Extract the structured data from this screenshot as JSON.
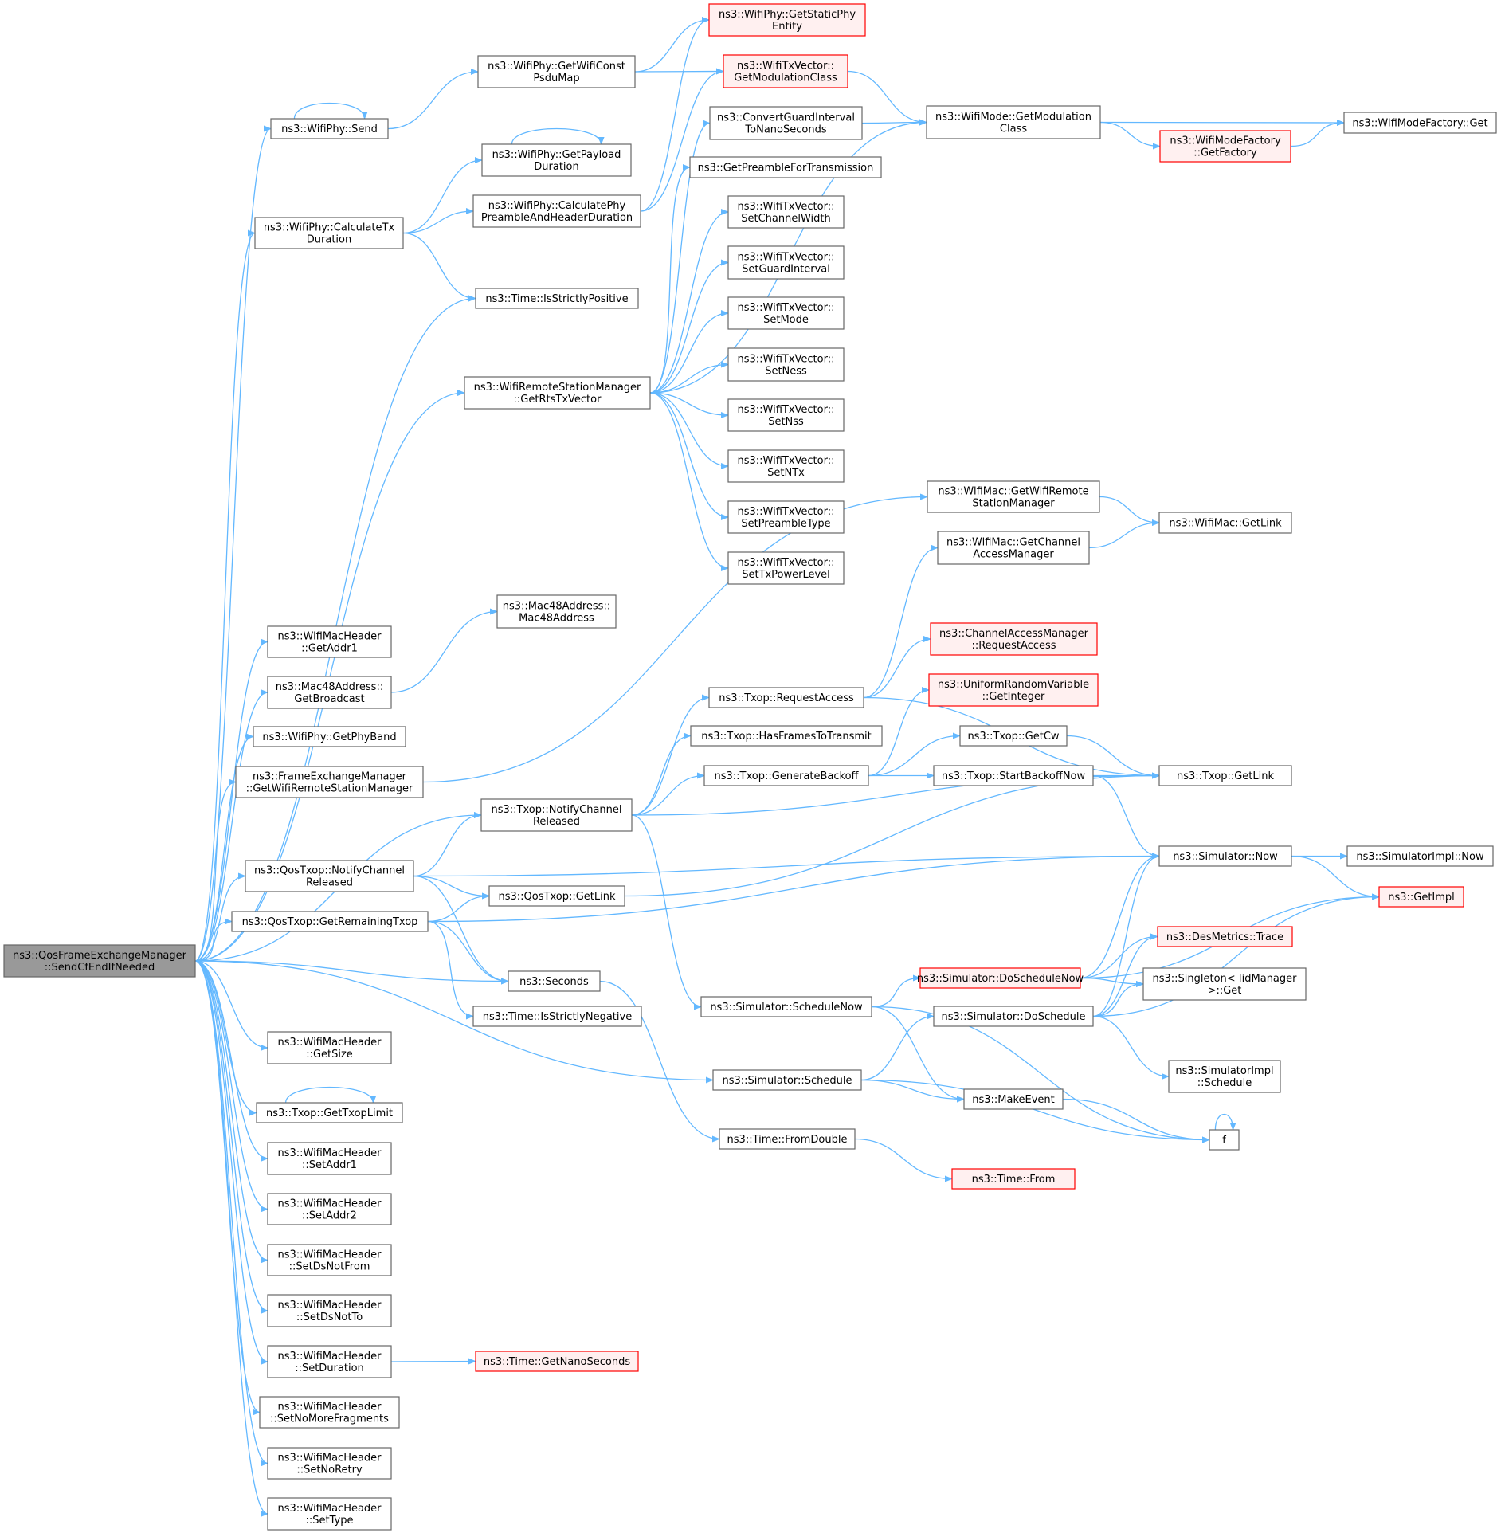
{
  "colors": {
    "edge": "#63b8ff",
    "box_border": "#666666",
    "box_fill": "#ffffff",
    "root_fill": "#999999",
    "truncated_border": "#ff0000",
    "truncated_fill": "#fff0f0"
  },
  "nodes": [
    {
      "id": "root",
      "lines": [
        "ns3::QosFrameExchangeManager",
        "::SendCfEndIfNeeded"
      ],
      "style": "root"
    },
    {
      "id": "n_send",
      "lines": [
        "ns3::WifiPhy::Send"
      ],
      "style": "normal"
    },
    {
      "id": "n_calctx",
      "lines": [
        "ns3::WifiPhy::CalculateTx",
        "Duration"
      ],
      "style": "normal"
    },
    {
      "id": "n_isstrictpos",
      "lines": [
        "ns3::Time::IsStrictlyPositive"
      ],
      "style": "normal"
    },
    {
      "id": "n_getrts",
      "lines": [
        "ns3::WifiRemoteStationManager",
        "::GetRtsTxVector"
      ],
      "style": "normal"
    },
    {
      "id": "n_getaddr1",
      "lines": [
        "ns3::WifiMacHeader",
        "::GetAddr1"
      ],
      "style": "normal"
    },
    {
      "id": "n_getbroadcast",
      "lines": [
        "ns3::Mac48Address::",
        "GetBroadcast"
      ],
      "style": "normal"
    },
    {
      "id": "n_getphyband",
      "lines": [
        "ns3::WifiPhy::GetPhyBand"
      ],
      "style": "normal"
    },
    {
      "id": "n_fem_getwrsm",
      "lines": [
        "ns3::FrameExchangeManager",
        "::GetWifiRemoteStationManager"
      ],
      "style": "normal"
    },
    {
      "id": "n_txop_ncr",
      "lines": [
        "ns3::Txop::NotifyChannel",
        "Released"
      ],
      "style": "normal"
    },
    {
      "id": "n_qos_ncr",
      "lines": [
        "ns3::QosTxop::NotifyChannel",
        "Released"
      ],
      "style": "normal"
    },
    {
      "id": "n_qos_getrem",
      "lines": [
        "ns3::QosTxop::GetRemainingTxop"
      ],
      "style": "normal"
    },
    {
      "id": "n_seconds",
      "lines": [
        "ns3::Seconds"
      ],
      "style": "normal"
    },
    {
      "id": "n_getsize",
      "lines": [
        "ns3::WifiMacHeader",
        "::GetSize"
      ],
      "style": "normal"
    },
    {
      "id": "n_gettxoplimit",
      "lines": [
        "ns3::Txop::GetTxopLimit"
      ],
      "style": "normal"
    },
    {
      "id": "n_setaddr1",
      "lines": [
        "ns3::WifiMacHeader",
        "::SetAddr1"
      ],
      "style": "normal"
    },
    {
      "id": "n_setaddr2",
      "lines": [
        "ns3::WifiMacHeader",
        "::SetAddr2"
      ],
      "style": "normal"
    },
    {
      "id": "n_setdsnotfrom",
      "lines": [
        "ns3::WifiMacHeader",
        "::SetDsNotFrom"
      ],
      "style": "normal"
    },
    {
      "id": "n_setdsnotto",
      "lines": [
        "ns3::WifiMacHeader",
        "::SetDsNotTo"
      ],
      "style": "normal"
    },
    {
      "id": "n_setduration",
      "lines": [
        "ns3::WifiMacHeader",
        "::SetDuration"
      ],
      "style": "normal"
    },
    {
      "id": "n_setnomorefrag",
      "lines": [
        "ns3::WifiMacHeader",
        "::SetNoMoreFragments"
      ],
      "style": "normal"
    },
    {
      "id": "n_setnoretry",
      "lines": [
        "ns3::WifiMacHeader",
        "::SetNoRetry"
      ],
      "style": "normal"
    },
    {
      "id": "n_settype",
      "lines": [
        "ns3::WifiMacHeader",
        "::SetType"
      ],
      "style": "normal"
    },
    {
      "id": "n_simschedule",
      "lines": [
        "ns3::Simulator::Schedule"
      ],
      "style": "normal"
    },
    {
      "id": "n_getwificonst",
      "lines": [
        "ns3::WifiPhy::GetWifiConst",
        "PsduMap"
      ],
      "style": "normal"
    },
    {
      "id": "n_getstaticphy",
      "lines": [
        "ns3::WifiPhy::GetStaticPhy",
        "Entity"
      ],
      "style": "truncated"
    },
    {
      "id": "n_getmodclass_tx",
      "lines": [
        "ns3::WifiTxVector::",
        "GetModulationClass"
      ],
      "style": "truncated"
    },
    {
      "id": "n_getpayload",
      "lines": [
        "ns3::WifiPhy::GetPayload",
        "Duration"
      ],
      "style": "normal"
    },
    {
      "id": "n_calcphypre",
      "lines": [
        "ns3::WifiPhy::CalculatePhy",
        "PreambleAndHeaderDuration"
      ],
      "style": "normal"
    },
    {
      "id": "n_convgi",
      "lines": [
        "ns3::ConvertGuardInterval",
        "ToNanoSeconds"
      ],
      "style": "normal"
    },
    {
      "id": "n_getpreamble",
      "lines": [
        "ns3::GetPreambleForTransmission"
      ],
      "style": "normal"
    },
    {
      "id": "n_setchwidth",
      "lines": [
        "ns3::WifiTxVector::",
        "SetChannelWidth"
      ],
      "style": "normal"
    },
    {
      "id": "n_setgi",
      "lines": [
        "ns3::WifiTxVector::",
        "SetGuardInterval"
      ],
      "style": "normal"
    },
    {
      "id": "n_setmode",
      "lines": [
        "ns3::WifiTxVector::",
        "SetMode"
      ],
      "style": "normal"
    },
    {
      "id": "n_setness",
      "lines": [
        "ns3::WifiTxVector::",
        "SetNess"
      ],
      "style": "normal"
    },
    {
      "id": "n_setnss",
      "lines": [
        "ns3::WifiTxVector::",
        "SetNss"
      ],
      "style": "normal"
    },
    {
      "id": "n_setntx",
      "lines": [
        "ns3::WifiTxVector::",
        "SetNTx"
      ],
      "style": "normal"
    },
    {
      "id": "n_setpreambletype",
      "lines": [
        "ns3::WifiTxVector::",
        "SetPreambleType"
      ],
      "style": "normal"
    },
    {
      "id": "n_settxpower",
      "lines": [
        "ns3::WifiTxVector::",
        "SetTxPowerLevel"
      ],
      "style": "normal"
    },
    {
      "id": "n_mac48ctor",
      "lines": [
        "ns3::Mac48Address::",
        "Mac48Address"
      ],
      "style": "normal"
    },
    {
      "id": "n_wm_getmodclass",
      "lines": [
        "ns3::WifiMode::GetModulation",
        "Class"
      ],
      "style": "normal"
    },
    {
      "id": "n_wmf_get",
      "lines": [
        "ns3::WifiModeFactory::Get"
      ],
      "style": "normal"
    },
    {
      "id": "n_wmf_getfactory",
      "lines": [
        "ns3::WifiModeFactory",
        "::GetFactory"
      ],
      "style": "truncated"
    },
    {
      "id": "n_mac_getwrsm",
      "lines": [
        "ns3::WifiMac::GetWifiRemote",
        "StationManager"
      ],
      "style": "normal"
    },
    {
      "id": "n_mac_getcam",
      "lines": [
        "ns3::WifiMac::GetChannel",
        "AccessManager"
      ],
      "style": "normal"
    },
    {
      "id": "n_mac_getlink",
      "lines": [
        "ns3::WifiMac::GetLink"
      ],
      "style": "normal"
    },
    {
      "id": "n_cam_reqaccess",
      "lines": [
        "ns3::ChannelAccessManager",
        "::RequestAccess"
      ],
      "style": "truncated"
    },
    {
      "id": "n_urv_getint",
      "lines": [
        "ns3::UniformRandomVariable",
        "::GetInteger"
      ],
      "style": "truncated"
    },
    {
      "id": "n_txop_reqaccess",
      "lines": [
        "ns3::Txop::RequestAccess"
      ],
      "style": "normal"
    },
    {
      "id": "n_txop_hasframes",
      "lines": [
        "ns3::Txop::HasFramesToTransmit"
      ],
      "style": "normal"
    },
    {
      "id": "n_txop_genbackoff",
      "lines": [
        "ns3::Txop::GenerateBackoff"
      ],
      "style": "normal"
    },
    {
      "id": "n_txop_getcw",
      "lines": [
        "ns3::Txop::GetCw"
      ],
      "style": "normal"
    },
    {
      "id": "n_txop_startbackoff",
      "lines": [
        "ns3::Txop::StartBackoffNow"
      ],
      "style": "normal"
    },
    {
      "id": "n_txop_getlink",
      "lines": [
        "ns3::Txop::GetLink"
      ],
      "style": "normal"
    },
    {
      "id": "n_sim_now",
      "lines": [
        "ns3::Simulator::Now"
      ],
      "style": "normal"
    },
    {
      "id": "n_simimpl_now",
      "lines": [
        "ns3::SimulatorImpl::Now"
      ],
      "style": "normal"
    },
    {
      "id": "n_getimpl",
      "lines": [
        "ns3::GetImpl"
      ],
      "style": "truncated"
    },
    {
      "id": "n_qos_getlink",
      "lines": [
        "ns3::QosTxop::GetLink"
      ],
      "style": "normal"
    },
    {
      "id": "n_isstrictneg",
      "lines": [
        "ns3::Time::IsStrictlyNegative"
      ],
      "style": "normal"
    },
    {
      "id": "n_sim_schednow",
      "lines": [
        "ns3::Simulator::ScheduleNow"
      ],
      "style": "normal"
    },
    {
      "id": "n_sim_doschednow",
      "lines": [
        "ns3::Simulator::DoScheduleNow"
      ],
      "style": "truncated"
    },
    {
      "id": "n_desmetrics",
      "lines": [
        "ns3::DesMetrics::Trace"
      ],
      "style": "truncated"
    },
    {
      "id": "n_singleton",
      "lines": [
        "ns3::Singleton< IidManager",
        ">::Get"
      ],
      "style": "normal"
    },
    {
      "id": "n_sim_dosched",
      "lines": [
        "ns3::Simulator::DoSchedule"
      ],
      "style": "normal"
    },
    {
      "id": "n_simimpl_sched",
      "lines": [
        "ns3::SimulatorImpl",
        "::Schedule"
      ],
      "style": "normal"
    },
    {
      "id": "n_makeevent",
      "lines": [
        "ns3::MakeEvent"
      ],
      "style": "normal"
    },
    {
      "id": "n_f",
      "lines": [
        "f"
      ],
      "style": "normal"
    },
    {
      "id": "n_fromdouble",
      "lines": [
        "ns3::Time::FromDouble"
      ],
      "style": "normal"
    },
    {
      "id": "n_timefrom",
      "lines": [
        "ns3::Time::From"
      ],
      "style": "truncated"
    },
    {
      "id": "n_getnanosec",
      "lines": [
        "ns3::Time::GetNanoSeconds"
      ],
      "style": "truncated"
    }
  ],
  "edges": [
    [
      "root",
      "n_send"
    ],
    [
      "root",
      "n_calctx"
    ],
    [
      "root",
      "n_isstrictpos"
    ],
    [
      "root",
      "n_getrts"
    ],
    [
      "root",
      "n_getaddr1"
    ],
    [
      "root",
      "n_getbroadcast"
    ],
    [
      "root",
      "n_getphyband"
    ],
    [
      "root",
      "n_fem_getwrsm"
    ],
    [
      "root",
      "n_txop_ncr"
    ],
    [
      "root",
      "n_qos_ncr"
    ],
    [
      "root",
      "n_qos_getrem"
    ],
    [
      "root",
      "n_seconds"
    ],
    [
      "root",
      "n_getsize"
    ],
    [
      "root",
      "n_gettxoplimit"
    ],
    [
      "root",
      "n_setaddr1"
    ],
    [
      "root",
      "n_setaddr2"
    ],
    [
      "root",
      "n_setdsnotfrom"
    ],
    [
      "root",
      "n_setdsnotto"
    ],
    [
      "root",
      "n_setduration"
    ],
    [
      "root",
      "n_setnomorefrag"
    ],
    [
      "root",
      "n_setnoretry"
    ],
    [
      "root",
      "n_settype"
    ],
    [
      "root",
      "n_simschedule"
    ],
    [
      "n_send",
      "n_send"
    ],
    [
      "n_send",
      "n_getwificonst"
    ],
    [
      "n_getwificonst",
      "n_getstaticphy"
    ],
    [
      "n_getwificonst",
      "n_getmodclass_tx"
    ],
    [
      "n_calctx",
      "n_getpayload"
    ],
    [
      "n_calctx",
      "n_calcphypre"
    ],
    [
      "n_calctx",
      "n_isstrictpos"
    ],
    [
      "n_getpayload",
      "n_getpayload"
    ],
    [
      "n_calcphypre",
      "n_getstaticphy"
    ],
    [
      "n_calcphypre",
      "n_getmodclass_tx"
    ],
    [
      "n_getmodclass_tx",
      "n_wm_getmodclass"
    ],
    [
      "n_convgi",
      "n_wm_getmodclass"
    ],
    [
      "n_wm_getmodclass",
      "n_wmf_get"
    ],
    [
      "n_wm_getmodclass",
      "n_wmf_getfactory"
    ],
    [
      "n_wmf_getfactory",
      "n_wmf_get"
    ],
    [
      "n_getrts",
      "n_convgi"
    ],
    [
      "n_getrts",
      "n_getpreamble"
    ],
    [
      "n_getrts",
      "n_setchwidth"
    ],
    [
      "n_getrts",
      "n_setgi"
    ],
    [
      "n_getrts",
      "n_setmode"
    ],
    [
      "n_getrts",
      "n_setness"
    ],
    [
      "n_getrts",
      "n_setnss"
    ],
    [
      "n_getrts",
      "n_setntx"
    ],
    [
      "n_getrts",
      "n_setpreambletype"
    ],
    [
      "n_getrts",
      "n_settxpower"
    ],
    [
      "n_getrts",
      "n_wm_getmodclass"
    ],
    [
      "n_getbroadcast",
      "n_mac48ctor"
    ],
    [
      "n_fem_getwrsm",
      "n_mac_getwrsm"
    ],
    [
      "n_mac_getwrsm",
      "n_mac_getlink"
    ],
    [
      "n_mac_getcam",
      "n_mac_getlink"
    ],
    [
      "n_txop_ncr",
      "n_txop_reqaccess"
    ],
    [
      "n_txop_ncr",
      "n_txop_hasframes"
    ],
    [
      "n_txop_ncr",
      "n_txop_genbackoff"
    ],
    [
      "n_txop_ncr",
      "n_txop_getlink"
    ],
    [
      "n_txop_ncr",
      "n_sim_schednow"
    ],
    [
      "n_txop_reqaccess",
      "n_cam_reqaccess"
    ],
    [
      "n_txop_reqaccess",
      "n_mac_getcam"
    ],
    [
      "n_txop_reqaccess",
      "n_txop_getlink"
    ],
    [
      "n_txop_genbackoff",
      "n_urv_getint"
    ],
    [
      "n_txop_genbackoff",
      "n_txop_getcw"
    ],
    [
      "n_txop_genbackoff",
      "n_txop_startbackoff"
    ],
    [
      "n_txop_getcw",
      "n_txop_getlink"
    ],
    [
      "n_txop_startbackoff",
      "n_txop_getlink"
    ],
    [
      "n_txop_startbackoff",
      "n_sim_now"
    ],
    [
      "n_sim_now",
      "n_simimpl_now"
    ],
    [
      "n_sim_now",
      "n_getimpl"
    ],
    [
      "n_qos_ncr",
      "n_txop_ncr"
    ],
    [
      "n_qos_ncr",
      "n_sim_now"
    ],
    [
      "n_qos_ncr",
      "n_qos_getlink"
    ],
    [
      "n_qos_ncr",
      "n_seconds"
    ],
    [
      "n_qos_getlink",
      "n_txop_getlink"
    ],
    [
      "n_qos_getrem",
      "n_qos_getlink"
    ],
    [
      "n_qos_getrem",
      "n_sim_now"
    ],
    [
      "n_qos_getrem",
      "n_seconds"
    ],
    [
      "n_qos_getrem",
      "n_isstrictneg"
    ],
    [
      "n_seconds",
      "n_fromdouble"
    ],
    [
      "n_fromdouble",
      "n_timefrom"
    ],
    [
      "n_sim_schednow",
      "n_sim_doschednow"
    ],
    [
      "n_sim_schednow",
      "n_makeevent"
    ],
    [
      "n_sim_schednow",
      "n_f"
    ],
    [
      "n_sim_doschednow",
      "n_sim_now"
    ],
    [
      "n_sim_doschednow",
      "n_getimpl"
    ],
    [
      "n_sim_doschednow",
      "n_desmetrics"
    ],
    [
      "n_sim_doschednow",
      "n_singleton"
    ],
    [
      "n_sim_dosched",
      "n_sim_now"
    ],
    [
      "n_sim_dosched",
      "n_getimpl"
    ],
    [
      "n_sim_dosched",
      "n_desmetrics"
    ],
    [
      "n_sim_dosched",
      "n_singleton"
    ],
    [
      "n_sim_dosched",
      "n_simimpl_sched"
    ],
    [
      "n_simschedule",
      "n_sim_dosched"
    ],
    [
      "n_simschedule",
      "n_makeevent"
    ],
    [
      "n_simschedule",
      "n_f"
    ],
    [
      "n_makeevent",
      "n_f"
    ],
    [
      "n_f",
      "n_f"
    ],
    [
      "n_gettxoplimit",
      "n_gettxoplimit"
    ],
    [
      "n_setduration",
      "n_getnanosec"
    ]
  ]
}
